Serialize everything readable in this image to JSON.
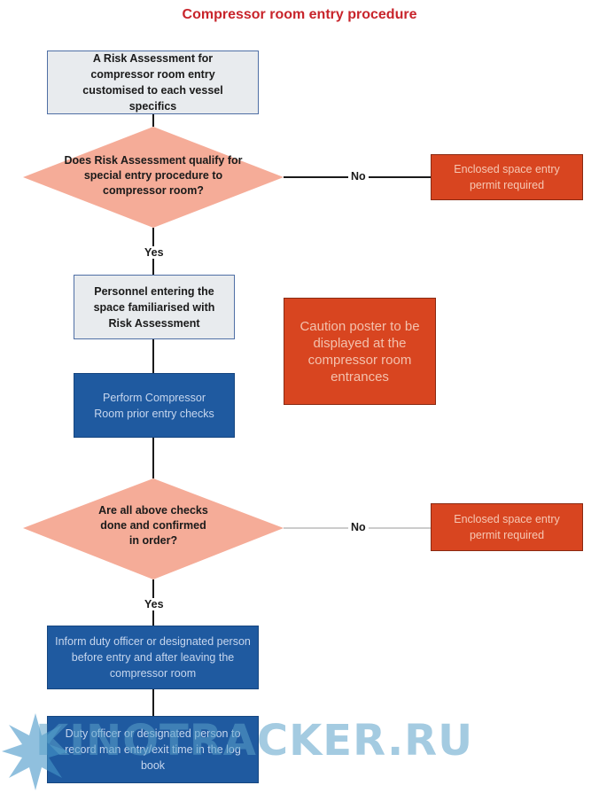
{
  "title": "Compressor room entry procedure",
  "colors": {
    "title": "#c8242b",
    "diamond": "#f5ac98",
    "red_box": "#d84520",
    "blue_box": "#1f5aa0",
    "gray_box": "#e8ebee"
  },
  "nodes": {
    "risk_assessment": "A Risk Assessment for compressor room entry customised to each vessel specifics",
    "decision1": "Does Risk Assessment qualify for special entry procedure to compressor room?",
    "permit1": "Enclosed space entry permit required",
    "personnel": "Personnel entering the space familiarised with Risk Assessment",
    "caution": "Caution poster to be displayed at the compressor room entrances",
    "perform_checks": "Perform Compressor Room prior entry checks",
    "decision2": "Are all above checks done and confirmed in order?",
    "permit2": "Enclosed space entry permit required",
    "inform": "Inform duty officer or designated person before entry and after leaving the compressor room",
    "record": "Duty officer or designated person to record man entry/exit time in the log book"
  },
  "labels": {
    "no1": "No",
    "yes1": "Yes",
    "no2": "No",
    "yes2": "Yes"
  },
  "watermark": "KINOTRACKER.RU"
}
